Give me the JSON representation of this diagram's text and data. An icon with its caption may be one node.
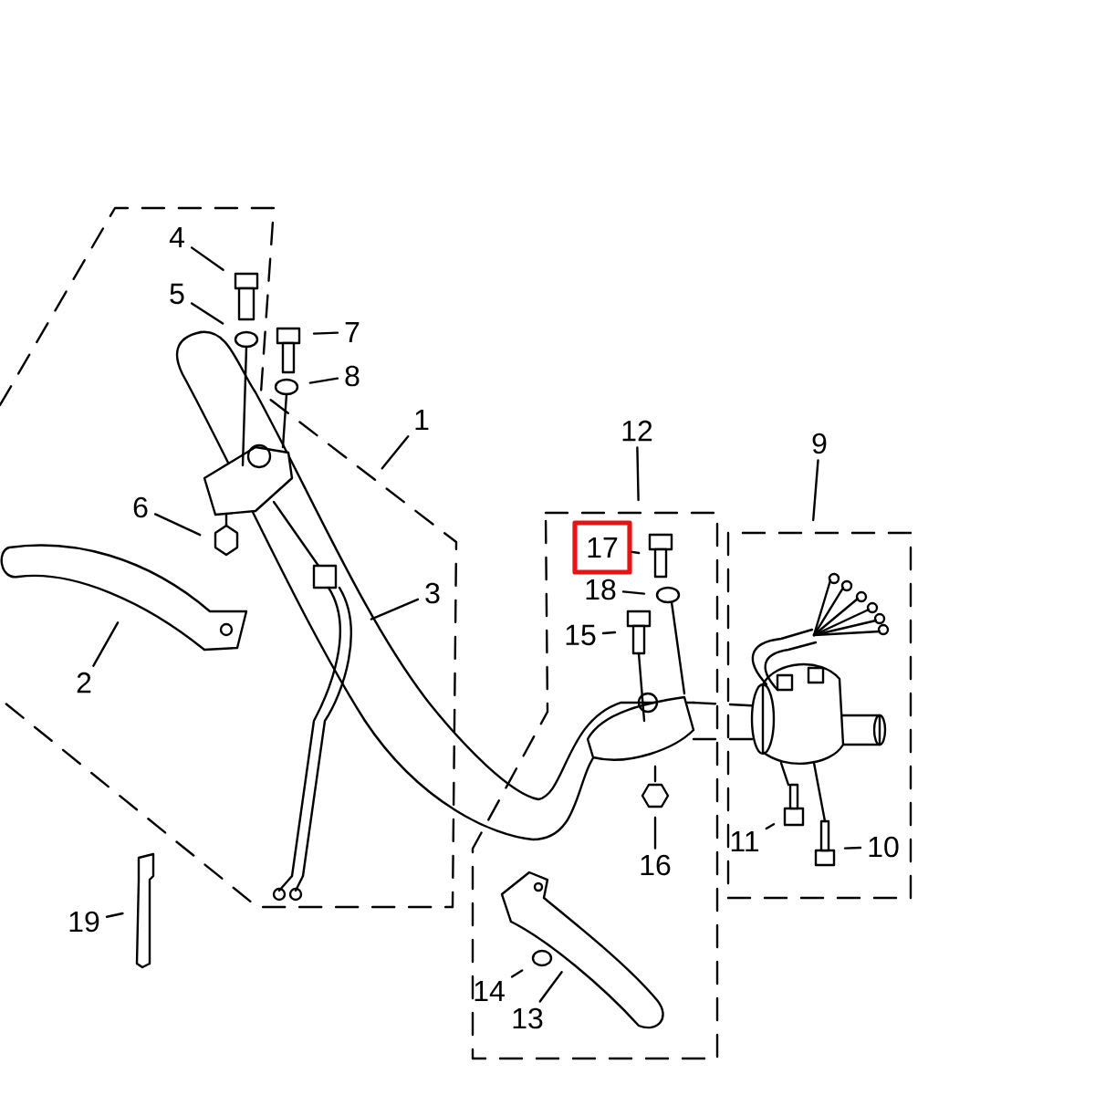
{
  "diagram": {
    "nodes": [
      {
        "text": [
          "1"
        ]
      },
      {
        "text": [
          "2"
        ]
      },
      {
        "text": [
          "3"
        ]
      },
      {
        "text": [
          "4"
        ]
      },
      {
        "text": [
          "5"
        ]
      },
      {
        "text": [
          "6"
        ]
      },
      {
        "text": [
          "7"
        ]
      },
      {
        "text": [
          "8"
        ]
      },
      {
        "text": [
          "9"
        ]
      },
      {
        "text": [
          "10"
        ]
      },
      {
        "text": [
          "11"
        ]
      },
      {
        "text": [
          "12"
        ]
      },
      {
        "text": [
          "13"
        ]
      },
      {
        "text": [
          "14"
        ]
      },
      {
        "text": [
          "15"
        ]
      },
      {
        "text": [
          "16"
        ]
      },
      {
        "text": [
          "17"
        ]
      },
      {
        "text": [
          "18"
        ]
      },
      {
        "text": [
          "19"
        ]
      }
    ],
    "edges": [
      {
        "from": 0,
        "to": null,
        "arrow": "none"
      },
      {
        "from": 1,
        "to": null,
        "arrow": "none"
      },
      {
        "from": 2,
        "to": null,
        "arrow": "none"
      },
      {
        "from": 3,
        "to": null,
        "arrow": "none"
      },
      {
        "from": 4,
        "to": null,
        "arrow": "none"
      },
      {
        "from": 5,
        "to": null,
        "arrow": "none"
      },
      {
        "from": 6,
        "to": null,
        "arrow": "none"
      },
      {
        "from": 7,
        "to": null,
        "arrow": "none"
      },
      {
        "from": 8,
        "to": null,
        "arrow": "none"
      },
      {
        "from": 9,
        "to": null,
        "arrow": "none"
      },
      {
        "from": 10,
        "to": null,
        "arrow": "none"
      },
      {
        "from": 11,
        "to": null,
        "arrow": "none"
      },
      {
        "from": 12,
        "to": null,
        "arrow": "none"
      },
      {
        "from": 13,
        "to": null,
        "arrow": "none"
      },
      {
        "from": 14,
        "to": null,
        "arrow": "none"
      },
      {
        "from": 15,
        "to": null,
        "arrow": "none"
      },
      {
        "from": 16,
        "to": null,
        "arrow": "none"
      },
      {
        "from": 17,
        "to": null,
        "arrow": "none"
      },
      {
        "from": 18,
        "to": null,
        "arrow": "none"
      }
    ]
  }
}
